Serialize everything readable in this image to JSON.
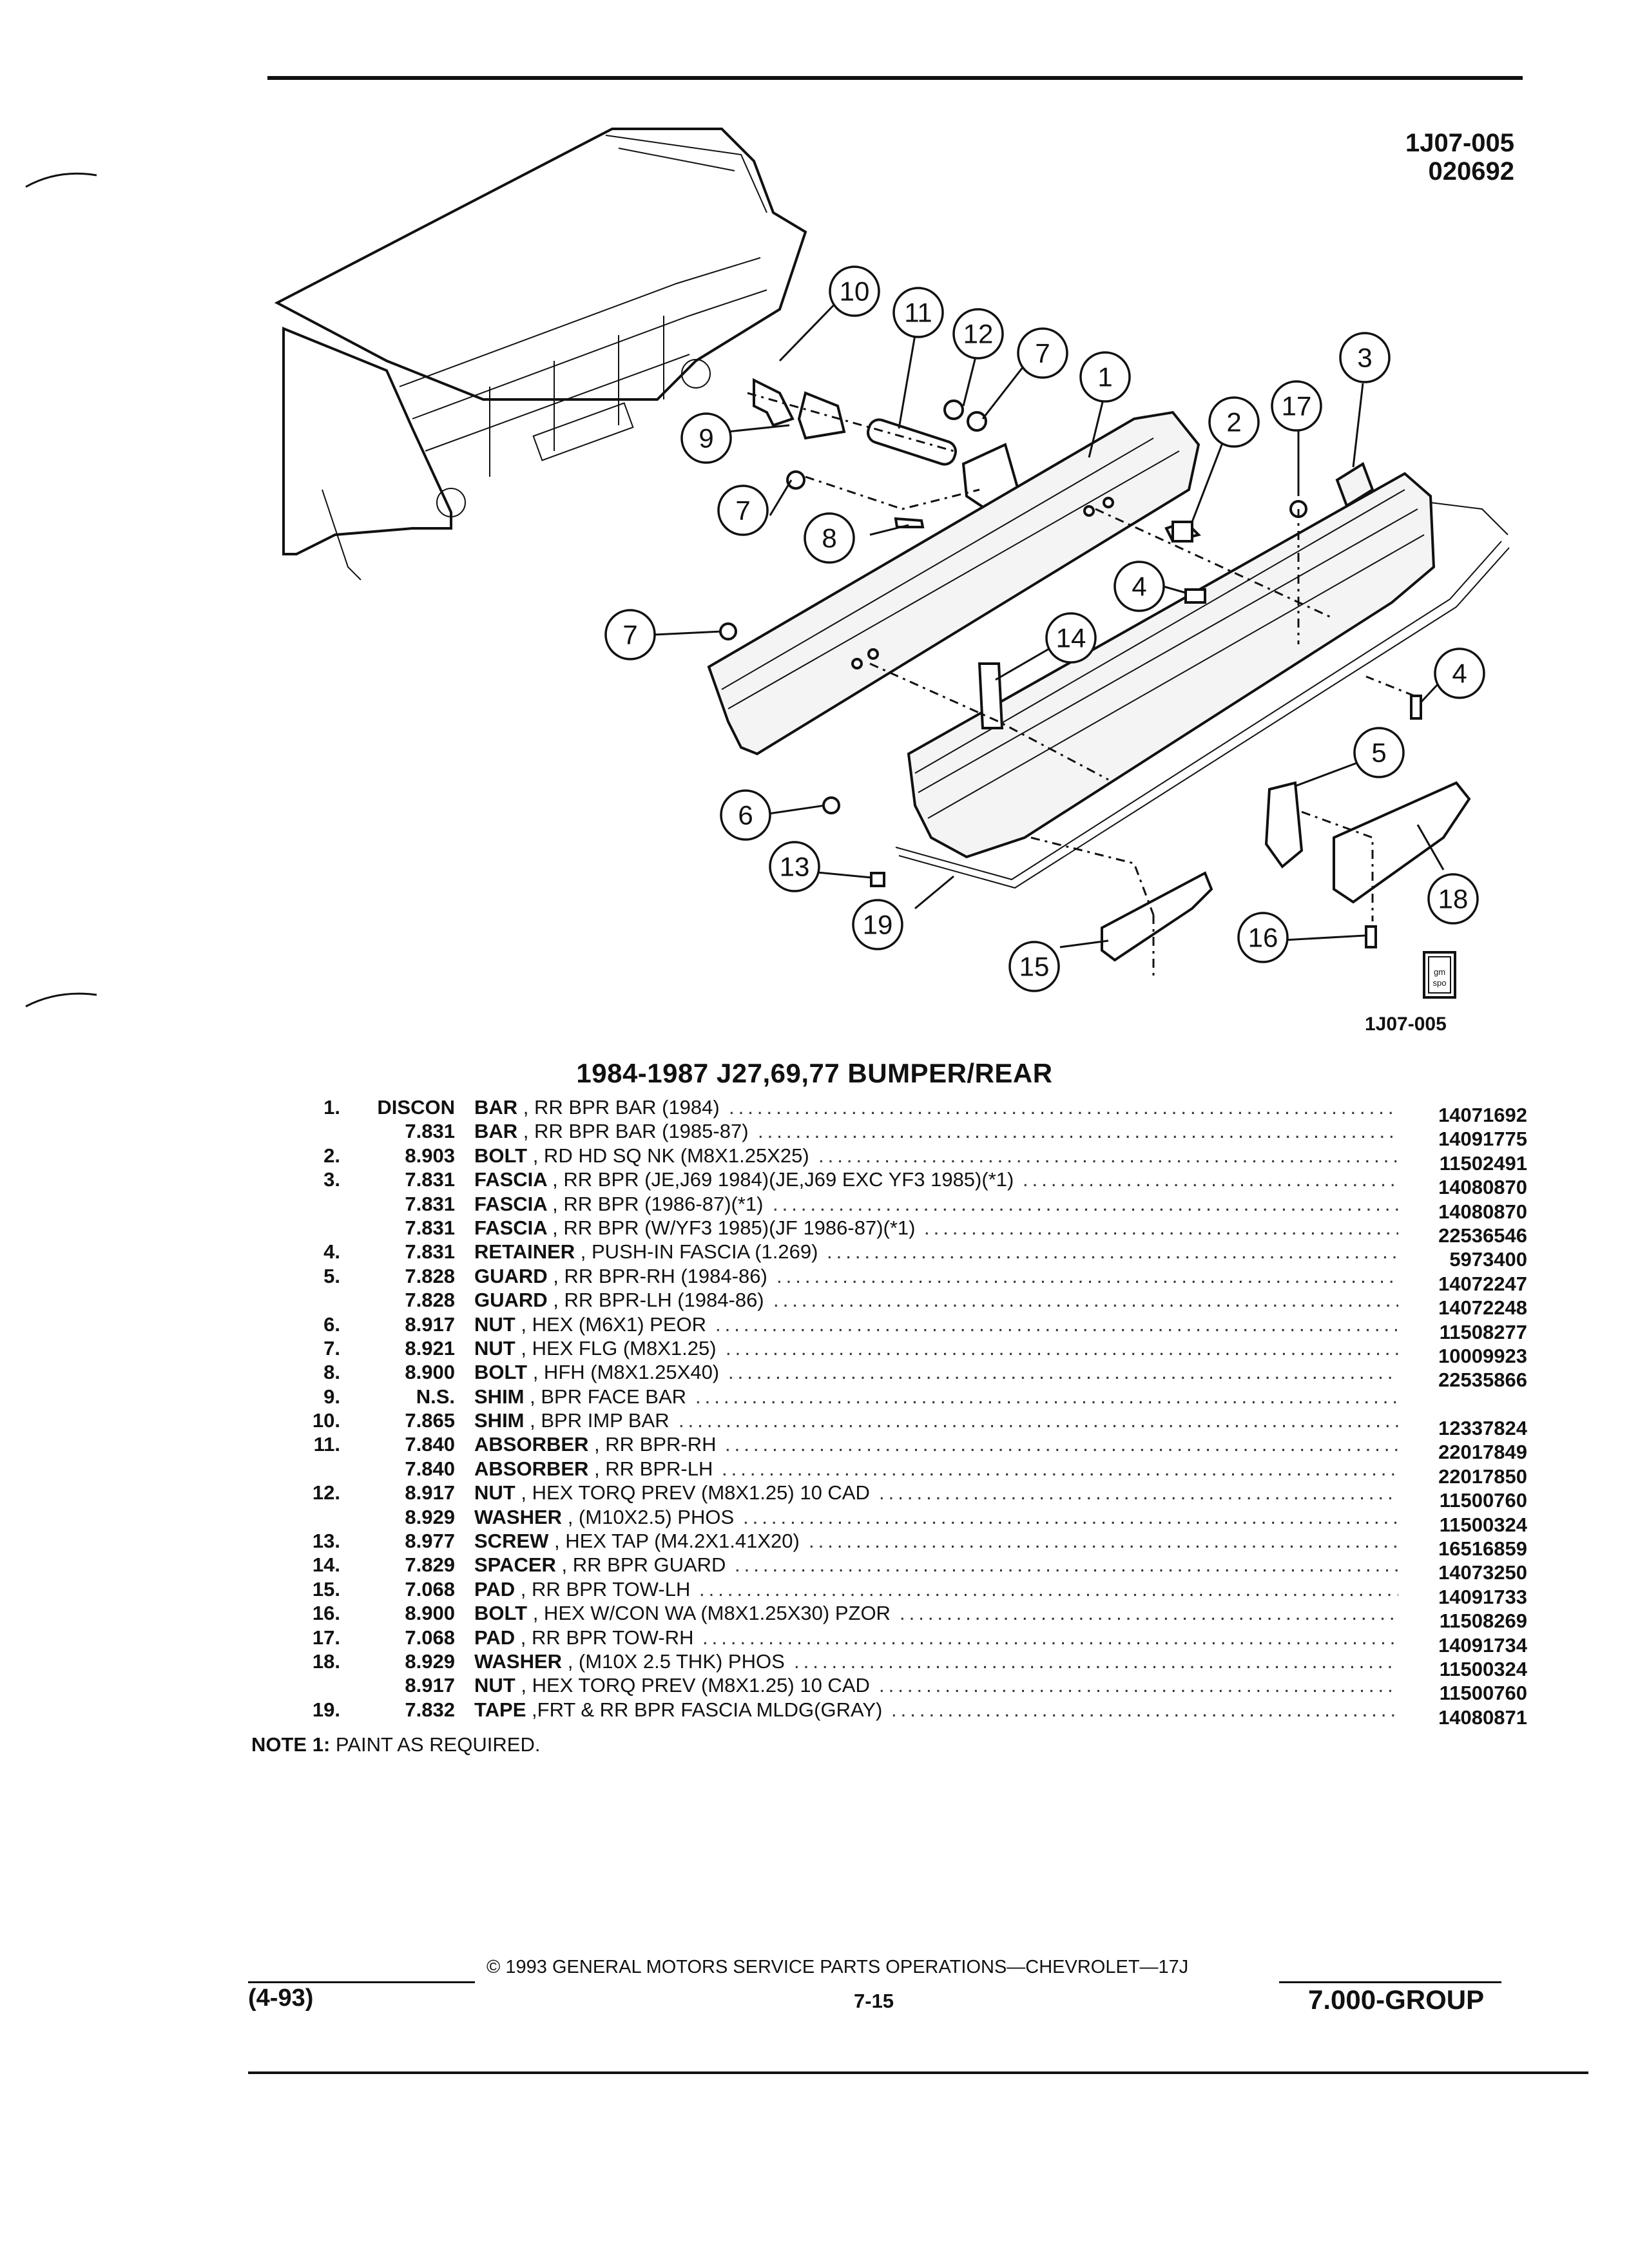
{
  "header": {
    "code": "1J07-005",
    "date": "020692"
  },
  "figure": {
    "code": "1J07-005",
    "logo_text": "gm spo",
    "callouts": [
      "1",
      "2",
      "3",
      "4",
      "4",
      "5",
      "6",
      "7",
      "7",
      "7",
      "8",
      "9",
      "10",
      "11",
      "12",
      "13",
      "14",
      "15",
      "16",
      "17",
      "18",
      "19"
    ]
  },
  "title": "1984-1987 J27,69,77 BUMPER/REAR",
  "parts": [
    {
      "ref": "1.",
      "code": "DISCON",
      "name": "BAR",
      "desc": ", RR BPR BAR (1984)",
      "pn": "14071692"
    },
    {
      "ref": "",
      "code": "7.831",
      "name": "BAR",
      "desc": ", RR BPR BAR (1985-87)",
      "pn": "14091775"
    },
    {
      "ref": "2.",
      "code": "8.903",
      "name": "BOLT",
      "desc": ", RD HD SQ NK (M8X1.25X25)",
      "pn": "11502491"
    },
    {
      "ref": "3.",
      "code": "7.831",
      "name": "FASCIA",
      "desc": ", RR BPR (JE,J69 1984)(JE,J69 EXC YF3 1985)(*1)",
      "pn": "14080870"
    },
    {
      "ref": "",
      "code": "7.831",
      "name": "FASCIA",
      "desc": ", RR BPR (1986-87)(*1)",
      "pn": "14080870"
    },
    {
      "ref": "",
      "code": "7.831",
      "name": "FASCIA",
      "desc": ", RR BPR (W/YF3 1985)(JF 1986-87)(*1)",
      "pn": "22536546"
    },
    {
      "ref": "4.",
      "code": "7.831",
      "name": "RETAINER",
      "desc": ", PUSH-IN FASCIA (1.269)",
      "pn": "5973400"
    },
    {
      "ref": "5.",
      "code": "7.828",
      "name": "GUARD",
      "desc": ", RR BPR-RH (1984-86)",
      "pn": "14072247"
    },
    {
      "ref": "",
      "code": "7.828",
      "name": "GUARD",
      "desc": ", RR BPR-LH (1984-86)",
      "pn": "14072248"
    },
    {
      "ref": "6.",
      "code": "8.917",
      "name": "NUT",
      "desc": ", HEX (M6X1) PEOR",
      "pn": "11508277"
    },
    {
      "ref": "7.",
      "code": "8.921",
      "name": "NUT",
      "desc": ", HEX FLG (M8X1.25)",
      "pn": "10009923"
    },
    {
      "ref": "8.",
      "code": "8.900",
      "name": "BOLT",
      "desc": ", HFH (M8X1.25X40)",
      "pn": "22535866"
    },
    {
      "ref": "9.",
      "code": "N.S.",
      "name": "SHIM",
      "desc": ", BPR FACE BAR",
      "pn": ""
    },
    {
      "ref": "10.",
      "code": "7.865",
      "name": "SHIM",
      "desc": ", BPR IMP BAR",
      "pn": "12337824"
    },
    {
      "ref": "11.",
      "code": "7.840",
      "name": "ABSORBER",
      "desc": ", RR BPR-RH",
      "pn": "22017849"
    },
    {
      "ref": "",
      "code": "7.840",
      "name": "ABSORBER",
      "desc": ", RR BPR-LH",
      "pn": "22017850"
    },
    {
      "ref": "12.",
      "code": "8.917",
      "name": "NUT",
      "desc": ", HEX TORQ PREV (M8X1.25) 10 CAD",
      "pn": "11500760"
    },
    {
      "ref": "",
      "code": "8.929",
      "name": "WASHER",
      "desc": ", (M10X2.5) PHOS",
      "pn": "11500324"
    },
    {
      "ref": "13.",
      "code": "8.977",
      "name": "SCREW",
      "desc": ", HEX TAP (M4.2X1.41X20)",
      "pn": "16516859"
    },
    {
      "ref": "14.",
      "code": "7.829",
      "name": "SPACER",
      "desc": ", RR BPR GUARD",
      "pn": "14073250"
    },
    {
      "ref": "15.",
      "code": "7.068",
      "name": "PAD",
      "desc": ", RR BPR TOW-LH",
      "pn": "14091733"
    },
    {
      "ref": "16.",
      "code": "8.900",
      "name": "BOLT",
      "desc": ", HEX W/CON WA (M8X1.25X30) PZOR",
      "pn": "11508269"
    },
    {
      "ref": "17.",
      "code": "7.068",
      "name": "PAD",
      "desc": ", RR BPR TOW-RH",
      "pn": "14091734"
    },
    {
      "ref": "18.",
      "code": "8.929",
      "name": "WASHER",
      "desc": ", (M10X 2.5 THK) PHOS",
      "pn": "11500324"
    },
    {
      "ref": "",
      "code": "8.917",
      "name": "NUT",
      "desc": ", HEX TORQ PREV (M8X1.25) 10 CAD",
      "pn": "11500760"
    },
    {
      "ref": "19.",
      "code": "7.832",
      "name": "TAPE",
      "desc": ",FRT & RR BPR FASCIA MLDG(GRAY)",
      "pn": "14080871"
    }
  ],
  "note": {
    "label": "NOTE 1:",
    "text": "PAINT AS REQUIRED."
  },
  "footer": {
    "copyright": "© 1993 GENERAL MOTORS SERVICE PARTS OPERATIONS—CHEVROLET—17J",
    "date": "(4-93)",
    "page": "7-15",
    "group": "7.000-GROUP"
  }
}
